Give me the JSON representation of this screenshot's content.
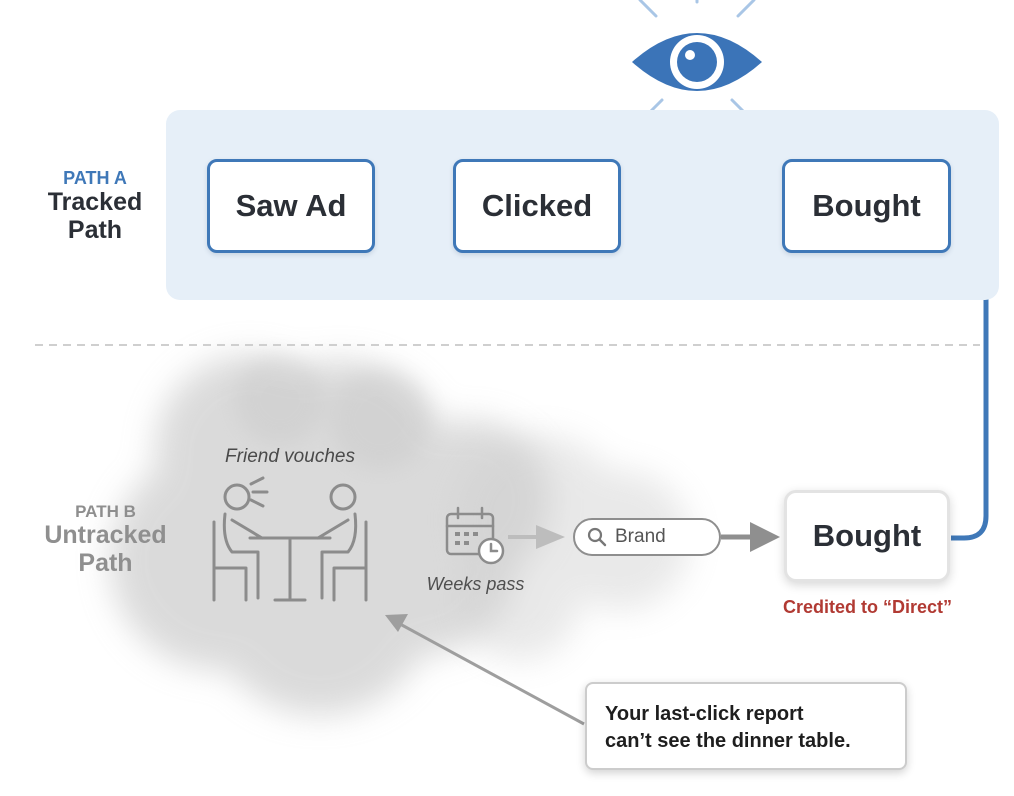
{
  "path_a": {
    "tag": "PATH A",
    "title_line1": "Tracked",
    "title_line2": "Path"
  },
  "path_b": {
    "tag": "PATH B",
    "title_line1": "Untracked",
    "title_line2": "Path"
  },
  "nodes": {
    "saw_ad": "Saw Ad",
    "clicked": "Clicked",
    "bought_tracked": "Bought",
    "bought_untracked": "Bought"
  },
  "untracked_steps": {
    "friend_caption": "Friend vouches",
    "weeks_caption": "Weeks pass",
    "search_text": "Brand"
  },
  "credited_label": "Credited to “Direct”",
  "callout": {
    "line1": "Your last-click report",
    "line2": "can’t see the dinner table."
  },
  "colors": {
    "tracked_blue": "#3f78b8",
    "panel_blue": "#e6eff8",
    "untracked_gray": "#8e8e8e",
    "credited_red": "#b13a33"
  },
  "icons": [
    "eye-icon",
    "people-at-table-icon",
    "calendar-clock-icon",
    "search-icon"
  ]
}
